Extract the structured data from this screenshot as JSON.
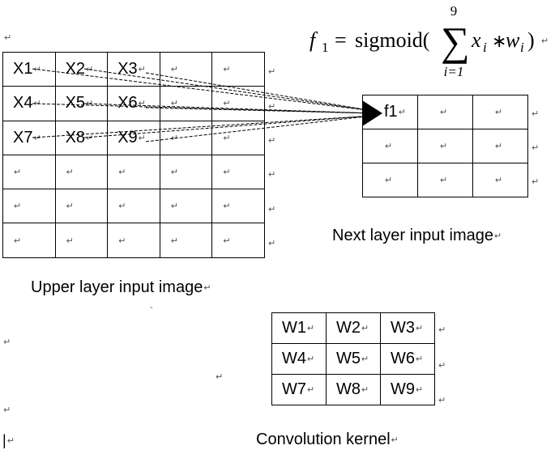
{
  "formula": {
    "lhs_symbol": "f",
    "lhs_subscript": "1",
    "equals": "=",
    "function_name": "sigmoid(",
    "sum_upper": "9",
    "sum_lower": "i=1",
    "term_x": "x",
    "term_x_sub": "i",
    "operator": "∗",
    "term_w": "w",
    "term_w_sub": "i",
    "close": ")"
  },
  "input_grid": {
    "rows": [
      [
        "X1",
        "X2",
        "X3",
        "",
        ""
      ],
      [
        "X4",
        "X5",
        "X6",
        "",
        ""
      ],
      [
        "X7",
        "X8",
        "X9",
        "",
        ""
      ],
      [
        "",
        "",
        "",
        "",
        ""
      ],
      [
        "",
        "",
        "",
        "",
        ""
      ],
      [
        "",
        "",
        "",
        "",
        ""
      ]
    ],
    "caption": "Upper layer input image"
  },
  "output_grid": {
    "rows": [
      [
        "f1",
        "",
        ""
      ],
      [
        "",
        "",
        ""
      ],
      [
        "",
        "",
        ""
      ]
    ],
    "caption": "Next layer input image"
  },
  "kernel_grid": {
    "rows": [
      [
        "W1",
        "W2",
        "W3"
      ],
      [
        "W4",
        "W5",
        "W6"
      ],
      [
        "W7",
        "W8",
        "W9"
      ]
    ],
    "caption": "Convolution kernel"
  },
  "paragraph_mark": "↵",
  "cursor_mark": "|"
}
